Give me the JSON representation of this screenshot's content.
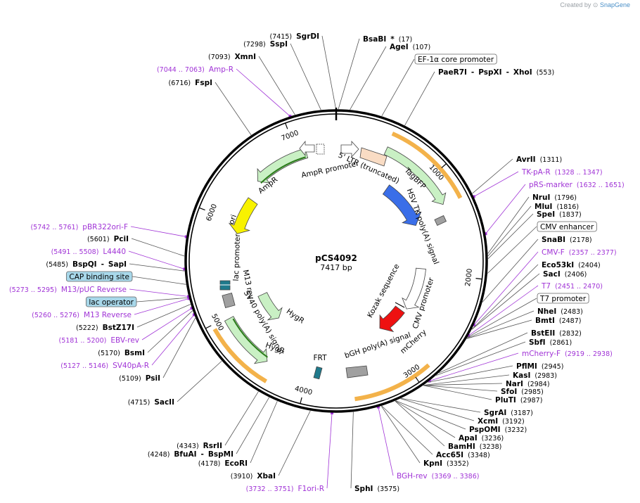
{
  "watermark": {
    "prefix": "Created by",
    "brand": "SnapGene"
  },
  "center": {
    "name": "pCS4092",
    "size": "7417 bp"
  },
  "ticks": [
    "1000",
    "2000",
    "3000",
    "4000",
    "5000",
    "6000",
    "7000"
  ],
  "colors": {
    "blue": "#3a6ee8",
    "red": "#ee1111",
    "peach": "#f9dcc4",
    "green": "#c9f0c4",
    "yellow": "#f8f200",
    "orange": "#f3b24a",
    "primer": "#a033d6",
    "grey": "#a0a0a0"
  },
  "right_labels": [
    {
      "type": "enzyme",
      "parts": [
        {
          "t": "AvrII",
          "c": "enz"
        },
        {
          "t": "(1311)",
          "c": "pos"
        }
      ]
    },
    {
      "type": "primer",
      "parts": [
        {
          "t": "TK-pA-R",
          "c": "primer"
        },
        {
          "t": "(1328 .. 1347)",
          "c": "primerpos"
        }
      ]
    },
    {
      "type": "primer",
      "parts": [
        {
          "t": "pRS-marker",
          "c": "primer"
        },
        {
          "t": "(1632 .. 1651)",
          "c": "primerpos"
        }
      ]
    },
    {
      "type": "enzyme",
      "parts": [
        {
          "t": "NruI",
          "c": "enz"
        },
        {
          "t": "(1796)",
          "c": "pos"
        }
      ]
    },
    {
      "type": "enzyme",
      "parts": [
        {
          "t": "MluI",
          "c": "enz"
        },
        {
          "t": "(1816)",
          "c": "pos"
        }
      ]
    },
    {
      "type": "enzyme",
      "parts": [
        {
          "t": "SpeI",
          "c": "enz"
        },
        {
          "t": "(1837)",
          "c": "pos"
        }
      ]
    },
    {
      "type": "box",
      "parts": [
        {
          "t": "CMV enhancer",
          "c": "featlbl"
        }
      ]
    },
    {
      "type": "enzyme",
      "parts": [
        {
          "t": "SnaBI",
          "c": "enz"
        },
        {
          "t": "(2178)",
          "c": "pos"
        }
      ]
    },
    {
      "type": "primer",
      "parts": [
        {
          "t": "CMV-F",
          "c": "primer"
        },
        {
          "t": "(2357 .. 2377)",
          "c": "primerpos"
        }
      ]
    },
    {
      "type": "enzyme",
      "parts": [
        {
          "t": "Eco53kI",
          "c": "enz"
        },
        {
          "t": "(2404)",
          "c": "pos"
        }
      ]
    },
    {
      "type": "enzyme",
      "parts": [
        {
          "t": "SacI",
          "c": "enz"
        },
        {
          "t": "(2406)",
          "c": "pos"
        }
      ]
    },
    {
      "type": "primer",
      "parts": [
        {
          "t": "T7",
          "c": "primer"
        },
        {
          "t": "(2451 .. 2470)",
          "c": "primerpos"
        }
      ]
    },
    {
      "type": "box",
      "parts": [
        {
          "t": "T7 promoter",
          "c": "featlbl"
        }
      ]
    },
    {
      "type": "enzyme",
      "parts": [
        {
          "t": "NheI",
          "c": "enz"
        },
        {
          "t": "(2483)",
          "c": "pos"
        }
      ]
    },
    {
      "type": "enzyme",
      "parts": [
        {
          "t": "BmtI",
          "c": "enz"
        },
        {
          "t": "(2487)",
          "c": "pos"
        }
      ]
    },
    {
      "type": "enzyme",
      "parts": [
        {
          "t": "BstEII",
          "c": "enz"
        },
        {
          "t": "(2832)",
          "c": "pos"
        }
      ]
    },
    {
      "type": "enzyme",
      "parts": [
        {
          "t": "SbfI",
          "c": "enz"
        },
        {
          "t": "(2861)",
          "c": "pos"
        }
      ]
    },
    {
      "type": "primer",
      "parts": [
        {
          "t": "mCherry-F",
          "c": "primer"
        },
        {
          "t": "(2919 .. 2938)",
          "c": "primerpos"
        }
      ]
    },
    {
      "type": "enzyme",
      "parts": [
        {
          "t": "PflMI",
          "c": "enz"
        },
        {
          "t": "(2945)",
          "c": "pos"
        }
      ]
    },
    {
      "type": "enzyme",
      "parts": [
        {
          "t": "KasI",
          "c": "enz"
        },
        {
          "t": "(2983)",
          "c": "pos"
        }
      ]
    },
    {
      "type": "enzyme",
      "parts": [
        {
          "t": "NarI",
          "c": "enz"
        },
        {
          "t": "(2984)",
          "c": "pos"
        }
      ]
    },
    {
      "type": "enzyme",
      "parts": [
        {
          "t": "SfoI",
          "c": "enz"
        },
        {
          "t": "(2985)",
          "c": "pos"
        }
      ]
    },
    {
      "type": "enzyme",
      "parts": [
        {
          "t": "PluTI",
          "c": "enz"
        },
        {
          "t": "(2987)",
          "c": "pos"
        }
      ]
    },
    {
      "type": "enzyme",
      "parts": [
        {
          "t": "SgrAI",
          "c": "enz"
        },
        {
          "t": "(3187)",
          "c": "pos"
        }
      ]
    },
    {
      "type": "enzyme",
      "parts": [
        {
          "t": "XcmI",
          "c": "enz"
        },
        {
          "t": "(3192)",
          "c": "pos"
        }
      ]
    },
    {
      "type": "enzyme",
      "parts": [
        {
          "t": "PspOMI",
          "c": "enz"
        },
        {
          "t": "(3232)",
          "c": "pos"
        }
      ]
    },
    {
      "type": "enzyme",
      "parts": [
        {
          "t": "ApaI",
          "c": "enz"
        },
        {
          "t": "(3236)",
          "c": "pos"
        }
      ]
    },
    {
      "type": "enzyme",
      "parts": [
        {
          "t": "BamHI",
          "c": "enz"
        },
        {
          "t": "(3238)",
          "c": "pos"
        }
      ]
    },
    {
      "type": "enzyme",
      "parts": [
        {
          "t": "Acc65I",
          "c": "enz"
        },
        {
          "t": "(3348)",
          "c": "pos"
        }
      ]
    },
    {
      "type": "enzyme",
      "parts": [
        {
          "t": "KpnI",
          "c": "enz"
        },
        {
          "t": "(3352)",
          "c": "pos"
        }
      ]
    }
  ],
  "top_labels": [
    {
      "type": "enzyme",
      "parts": [
        {
          "t": "(7415)",
          "c": "pos"
        },
        {
          "t": "SgrDI",
          "c": "enz"
        }
      ]
    },
    {
      "type": "enzyme",
      "parts": [
        {
          "t": "(7298)",
          "c": "pos"
        },
        {
          "t": "SspI",
          "c": "enz"
        }
      ]
    },
    {
      "type": "enzyme",
      "parts": [
        {
          "t": "(7093)",
          "c": "pos"
        },
        {
          "t": "XmnI",
          "c": "enz"
        }
      ]
    },
    {
      "type": "primer",
      "parts": [
        {
          "t": "(7044 .. 7063)",
          "c": "primerpos"
        },
        {
          "t": "Amp-R",
          "c": "primer"
        }
      ]
    },
    {
      "type": "enzyme",
      "parts": [
        {
          "t": "(6716)",
          "c": "pos"
        },
        {
          "t": "FspI",
          "c": "enz"
        }
      ]
    },
    {
      "type": "enzyme",
      "parts": [
        {
          "t": "BsaBI",
          "c": "enz"
        },
        {
          "t": "*",
          "c": "enz"
        },
        {
          "t": "(17)",
          "c": "pos"
        }
      ]
    },
    {
      "type": "enzyme",
      "parts": [
        {
          "t": "AgeI",
          "c": "enz"
        },
        {
          "t": "(107)",
          "c": "pos"
        }
      ]
    },
    {
      "type": "box",
      "parts": [
        {
          "t": "EF-1α core promoter",
          "c": "featlbl"
        }
      ]
    },
    {
      "type": "enzyme",
      "parts": [
        {
          "t": "PaeR7I",
          "c": "enz"
        },
        {
          "t": "-",
          "c": "enz"
        },
        {
          "t": "PspXI",
          "c": "enz"
        },
        {
          "t": "-",
          "c": "enz"
        },
        {
          "t": "XhoI",
          "c": "enz"
        },
        {
          "t": "(553)",
          "c": "pos"
        }
      ]
    }
  ],
  "left_labels": [
    {
      "type": "primer",
      "parts": [
        {
          "t": "(5742 .. 5761)",
          "c": "primerpos"
        },
        {
          "t": "pBR322ori-F",
          "c": "primer"
        }
      ]
    },
    {
      "type": "enzyme",
      "parts": [
        {
          "t": "(5601)",
          "c": "pos"
        },
        {
          "t": "PciI",
          "c": "enz"
        }
      ]
    },
    {
      "type": "primer",
      "parts": [
        {
          "t": "(5491 .. 5508)",
          "c": "primerpos"
        },
        {
          "t": "L4440",
          "c": "primer"
        }
      ]
    },
    {
      "type": "enzyme",
      "parts": [
        {
          "t": "(5485)",
          "c": "pos"
        },
        {
          "t": "BspQI",
          "c": "enz"
        },
        {
          "t": "-",
          "c": "enz"
        },
        {
          "t": "SapI",
          "c": "enz"
        }
      ]
    },
    {
      "type": "box",
      "parts": [
        {
          "t": "CAP binding site",
          "c": "featlbl"
        }
      ]
    },
    {
      "type": "primer",
      "parts": [
        {
          "t": "(5273 .. 5295)",
          "c": "primerpos"
        },
        {
          "t": "M13/pUC Reverse",
          "c": "primer"
        }
      ]
    },
    {
      "type": "box",
      "parts": [
        {
          "t": "lac operator",
          "c": "featlbl"
        }
      ]
    },
    {
      "type": "primer",
      "parts": [
        {
          "t": "(5260 .. 5276)",
          "c": "primerpos"
        },
        {
          "t": "M13 Reverse",
          "c": "primer"
        }
      ]
    },
    {
      "type": "enzyme",
      "parts": [
        {
          "t": "(5222)",
          "c": "pos"
        },
        {
          "t": "BstZ17I",
          "c": "enz"
        }
      ]
    },
    {
      "type": "primer",
      "parts": [
        {
          "t": "(5181 .. 5200)",
          "c": "primerpos"
        },
        {
          "t": "EBV-rev",
          "c": "primer"
        }
      ]
    },
    {
      "type": "enzyme",
      "parts": [
        {
          "t": "(5170)",
          "c": "pos"
        },
        {
          "t": "BsmI",
          "c": "enz"
        }
      ]
    },
    {
      "type": "primer",
      "parts": [
        {
          "t": "(5127 .. 5146)",
          "c": "primerpos"
        },
        {
          "t": "SV40pA-R",
          "c": "primer"
        }
      ]
    },
    {
      "type": "enzyme",
      "parts": [
        {
          "t": "(5109)",
          "c": "pos"
        },
        {
          "t": "PsiI",
          "c": "enz"
        }
      ]
    },
    {
      "type": "enzyme",
      "parts": [
        {
          "t": "(4715)",
          "c": "pos"
        },
        {
          "t": "SacII",
          "c": "enz"
        }
      ]
    }
  ],
  "bottom_labels": [
    {
      "type": "enzyme",
      "parts": [
        {
          "t": "(4343)",
          "c": "pos"
        },
        {
          "t": "RsrII",
          "c": "enz"
        }
      ]
    },
    {
      "type": "enzyme",
      "parts": [
        {
          "t": "(4248)",
          "c": "pos"
        },
        {
          "t": "BfuAI",
          "c": "enz"
        },
        {
          "t": "-",
          "c": "enz"
        },
        {
          "t": "BspMI",
          "c": "enz"
        }
      ]
    },
    {
      "type": "enzyme",
      "parts": [
        {
          "t": "(4178)",
          "c": "pos"
        },
        {
          "t": "EcoRI",
          "c": "enz"
        }
      ]
    },
    {
      "type": "enzyme",
      "parts": [
        {
          "t": "(3910)",
          "c": "pos"
        },
        {
          "t": "XbaI",
          "c": "enz"
        }
      ]
    },
    {
      "type": "primer",
      "parts": [
        {
          "t": "(3732 .. 3751)",
          "c": "primerpos"
        },
        {
          "t": "F1ori-R",
          "c": "primer"
        }
      ]
    },
    {
      "type": "enzyme",
      "parts": [
        {
          "t": "SphI",
          "c": "enz"
        },
        {
          "t": "(3575)",
          "c": "pos"
        }
      ]
    },
    {
      "type": "primer",
      "parts": [
        {
          "t": "BGH-rev",
          "c": "primer"
        },
        {
          "t": "(3369 .. 3386)",
          "c": "primerpos"
        }
      ]
    }
  ],
  "features": {
    "ltr": "5' LTR (truncated)",
    "tagbfp": "TagBFP",
    "hsv_tk": "HSV TK poly(A) signal",
    "cmv_promoter": "CMV promoter",
    "kozak": "Kozak sequence",
    "mcherry": "mCherry",
    "bgh": "bGH poly(A) signal",
    "frt": "FRT",
    "hygr_outer": "HygR",
    "hygr_inner": "HygR",
    "sv40": "SV40 poly(A) signal",
    "m13rev": "M13 rev",
    "lac_promoter": "lac promoter",
    "ori": "ori",
    "ampr": "AmpR",
    "ampr_promoter": "AmpR promoter"
  }
}
